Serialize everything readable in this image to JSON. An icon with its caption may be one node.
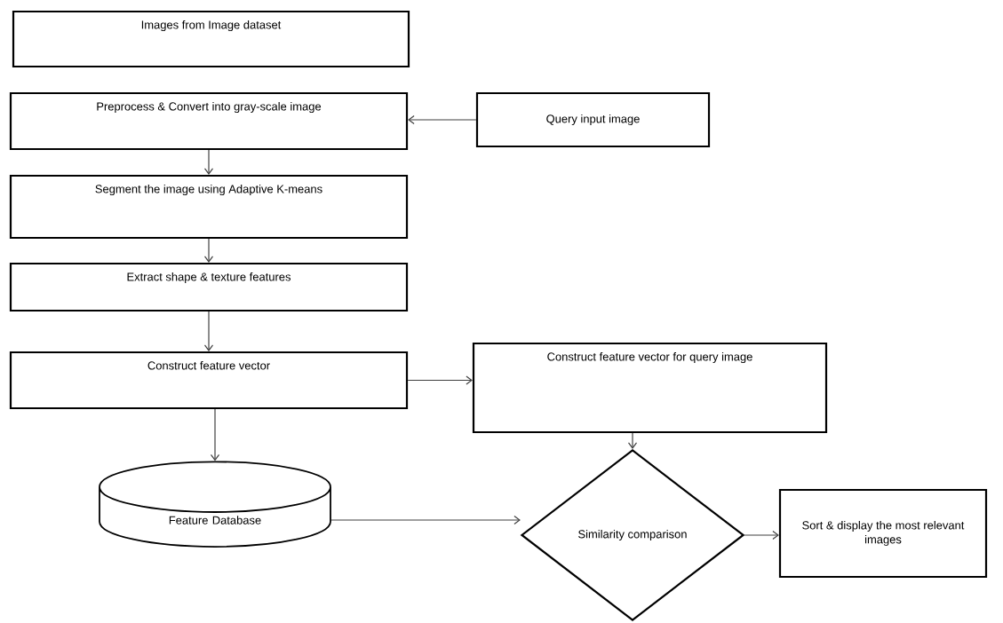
{
  "diagram": {
    "nodes": [
      {
        "text": [
          "Images from Image dataset"
        ]
      },
      {
        "text": [
          "Preprocess & Convert into gray-scale image"
        ]
      },
      {
        "text": [
          "Query input image"
        ]
      },
      {
        "text": [
          "Segment the image using Adaptive K-means"
        ]
      },
      {
        "text": [
          "Extract shape & texture features"
        ]
      },
      {
        "text": [
          "Construct feature vector"
        ]
      },
      {
        "text": [
          "Construct feature vector for query image"
        ]
      },
      {
        "text": [
          "Feature Database"
        ]
      },
      {
        "text": [
          "Similarity comparison"
        ]
      },
      {
        "text": [
          "Sort & display the most relevant images"
        ]
      }
    ],
    "edges": [
      {
        "from": 2,
        "to": 1,
        "arrow": "to"
      },
      {
        "from": 1,
        "to": 3,
        "arrow": "to"
      },
      {
        "from": 3,
        "to": 4,
        "arrow": "to"
      },
      {
        "from": 4,
        "to": 5,
        "arrow": "to"
      },
      {
        "from": 5,
        "to": 6,
        "arrow": "to"
      },
      {
        "from": 5,
        "to": 7,
        "arrow": "to"
      },
      {
        "from": 6,
        "to": 8,
        "arrow": "to"
      },
      {
        "from": 7,
        "to": 8,
        "arrow": "to"
      },
      {
        "from": 8,
        "to": 9,
        "arrow": "to"
      }
    ]
  }
}
